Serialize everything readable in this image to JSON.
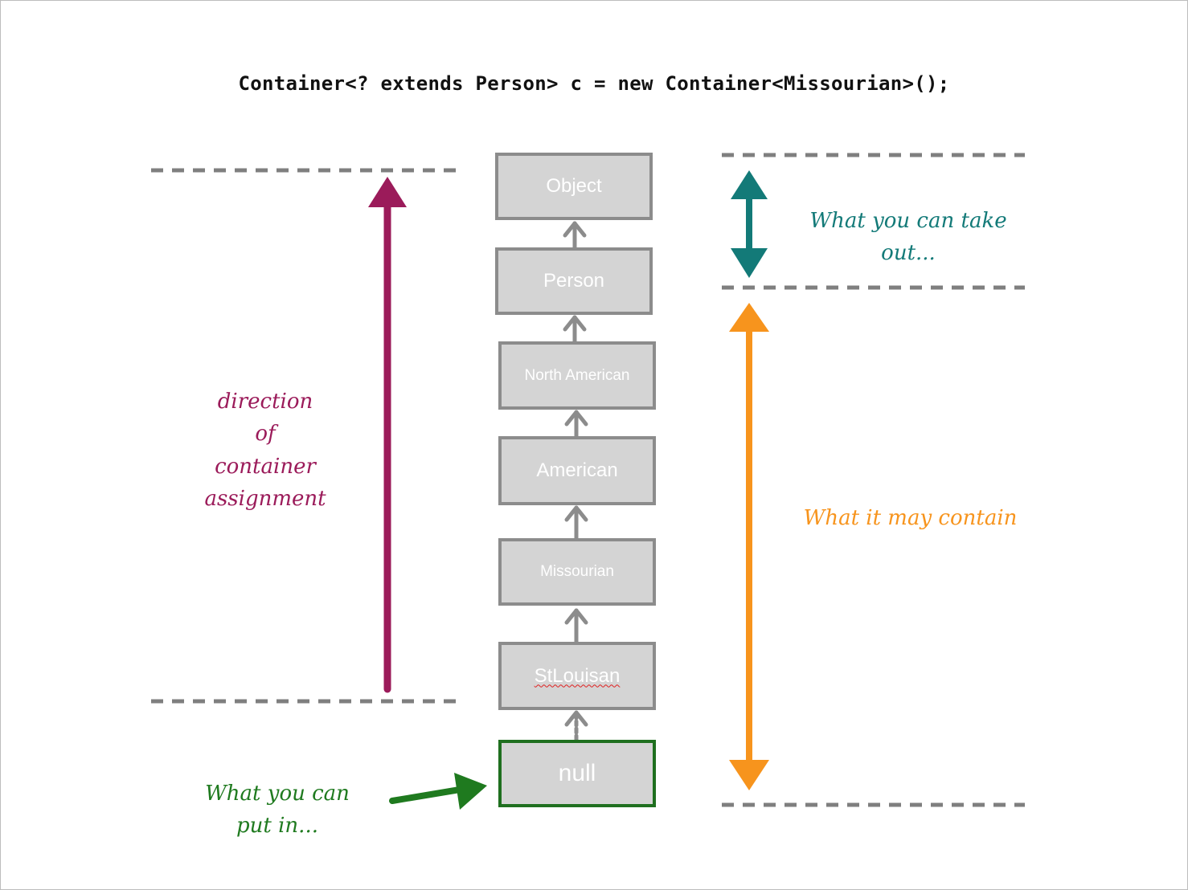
{
  "code_line": "Container<? extends Person> c = new Container<Missourian>();",
  "hierarchy": [
    {
      "name": "Object"
    },
    {
      "name": "Person"
    },
    {
      "name": "North American"
    },
    {
      "name": "American"
    },
    {
      "name": "Missourian"
    },
    {
      "name": "StLouisan"
    },
    {
      "name": "null"
    }
  ],
  "labels": {
    "assignment_direction": [
      "direction",
      "of",
      "container",
      "assignment"
    ],
    "take_out": [
      "What you can take",
      "out..."
    ],
    "may_contain": "What it may contain",
    "put_in": [
      "What you can",
      "put in..."
    ]
  },
  "colors": {
    "assignment": "#9b1b5a",
    "take_out": "#137a78",
    "may_contain": "#f7941d",
    "put_in": "#1f7a1f",
    "box_fill": "#d4d4d4",
    "box_border": "#8c8c8c",
    "null_border": "#1f6f1f"
  }
}
